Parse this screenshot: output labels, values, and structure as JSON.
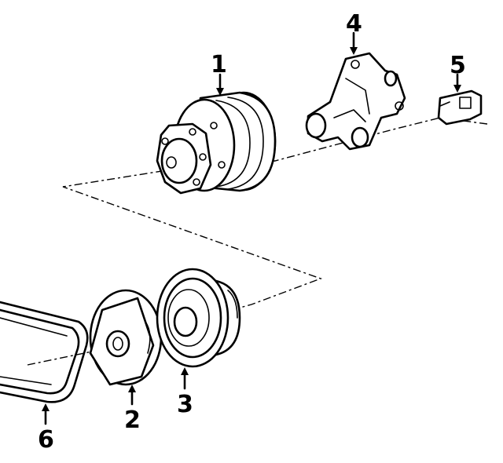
{
  "diagram": {
    "callouts": [
      {
        "id": "1",
        "label": "1"
      },
      {
        "id": "2",
        "label": "2"
      },
      {
        "id": "3",
        "label": "3"
      },
      {
        "id": "4",
        "label": "4"
      },
      {
        "id": "5",
        "label": "5"
      },
      {
        "id": "6",
        "label": "6"
      }
    ],
    "parts": [
      {
        "callout": "1",
        "icon": "ac-compressor-icon"
      },
      {
        "callout": "2",
        "icon": "clutch-hub-icon"
      },
      {
        "callout": "3",
        "icon": "pulley-icon"
      },
      {
        "callout": "4",
        "icon": "mounting-bracket-icon"
      },
      {
        "callout": "5",
        "icon": "sensor-icon"
      },
      {
        "callout": "6",
        "icon": "drive-belt-icon"
      }
    ],
    "colors": {
      "ink": "#000000",
      "background": "#ffffff"
    }
  }
}
